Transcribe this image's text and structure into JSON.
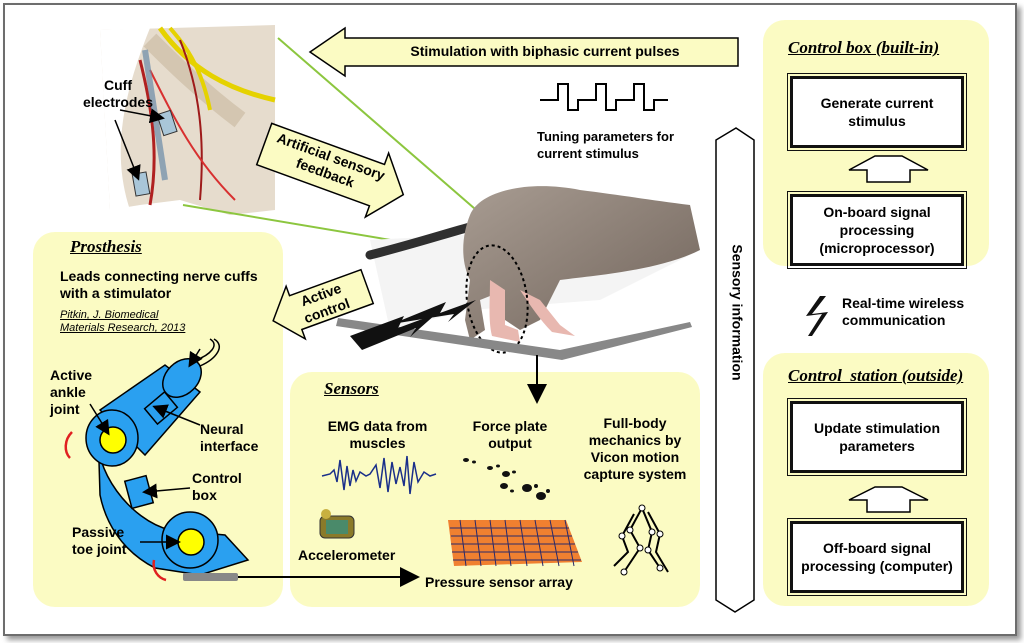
{
  "top_arrow": "Stimulation with biphasic current pulses",
  "tuning_label": "Tuning parameters for current stimulus",
  "cuff_label": "Cuff electrodes",
  "artificial_feedback": "Artificial sensory feedback",
  "active_control": "Active control",
  "sensory_information": "Sensory information",
  "wireless": "Real-time wireless communication",
  "prosthesis": {
    "title": "Prosthesis",
    "leads": "Leads connecting nerve cuffs with a stimulator",
    "citation": "Pitkin, J. Biomedical Materials Research, 2013",
    "active_ankle": "Active ankle joint",
    "neural_interface": "Neural interface",
    "control_box": "Control box",
    "passive_toe": "Passive toe joint"
  },
  "sensors": {
    "title": "Sensors",
    "emg": "EMG data from muscles",
    "force_plate": "Force plate output",
    "full_body": "Full-body mechanics by Vicon motion capture system",
    "accelerometer": "Accelerometer",
    "pressure": "Pressure sensor array"
  },
  "control_box_panel": {
    "title": "Control box (built-in)",
    "generate": "Generate current stimulus",
    "onboard": "On-board signal processing (microprocessor)"
  },
  "control_station_panel": {
    "title": "Control  station (outside)",
    "update": "Update stimulation parameters",
    "offboard": "Off-board signal processing (computer)"
  }
}
